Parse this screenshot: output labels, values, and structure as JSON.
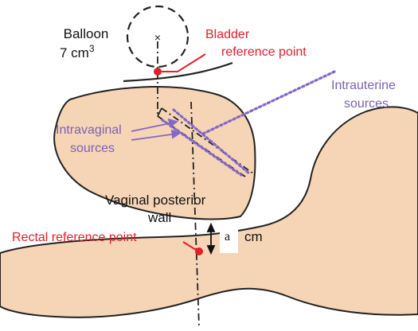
{
  "diagram": {
    "balloon_label": "Balloon",
    "balloon_volume": "7 cm",
    "balloon_volume_sup": "3",
    "bladder_label_line1": "Bladder",
    "bladder_label_line2": "reference point",
    "intrauterine_line1": "Intrauterine",
    "intrauterine_line2": "sources",
    "intravaginal_line1": "Intravaginal",
    "intravaginal_line2": "sources",
    "vaginal_wall_line1": "Vaginal posterior",
    "vaginal_wall_line2": "wall",
    "rectal_label": "Rectal reference point",
    "distance_var": "a",
    "distance_unit": "cm",
    "balloon_center_mark": "×"
  },
  "colors": {
    "tissue": "#f6d5b6",
    "outline": "#222222",
    "reference_point": "#e0202a",
    "sources": "#8468c4",
    "background": "#ffffff"
  }
}
